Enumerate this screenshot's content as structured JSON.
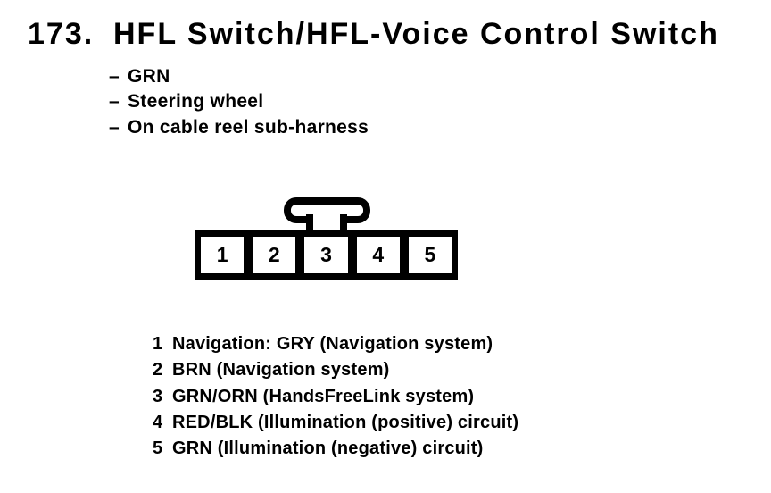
{
  "figure": {
    "item_number": "173.",
    "title": "HFL Switch/HFL-Voice Control Switch",
    "bullet_char": "–",
    "attributes": [
      "GRN",
      "Steering wheel",
      "On cable reel sub-harness"
    ],
    "connector": {
      "cavities": [
        "1",
        "2",
        "3",
        "4",
        "5"
      ]
    },
    "pin_legend": [
      {
        "pin": "1",
        "description": "Navigation: GRY (Navigation system)"
      },
      {
        "pin": "2",
        "description": "BRN (Navigation system)"
      },
      {
        "pin": "3",
        "description": "GRN/ORN (HandsFreeLink system)"
      },
      {
        "pin": "4",
        "description": "RED/BLK (Illumination (positive) circuit)"
      },
      {
        "pin": "5",
        "description": "GRN (Illumination (negative) circuit)"
      }
    ],
    "colors": {
      "ink": "#000000",
      "paper": "#ffffff"
    }
  }
}
